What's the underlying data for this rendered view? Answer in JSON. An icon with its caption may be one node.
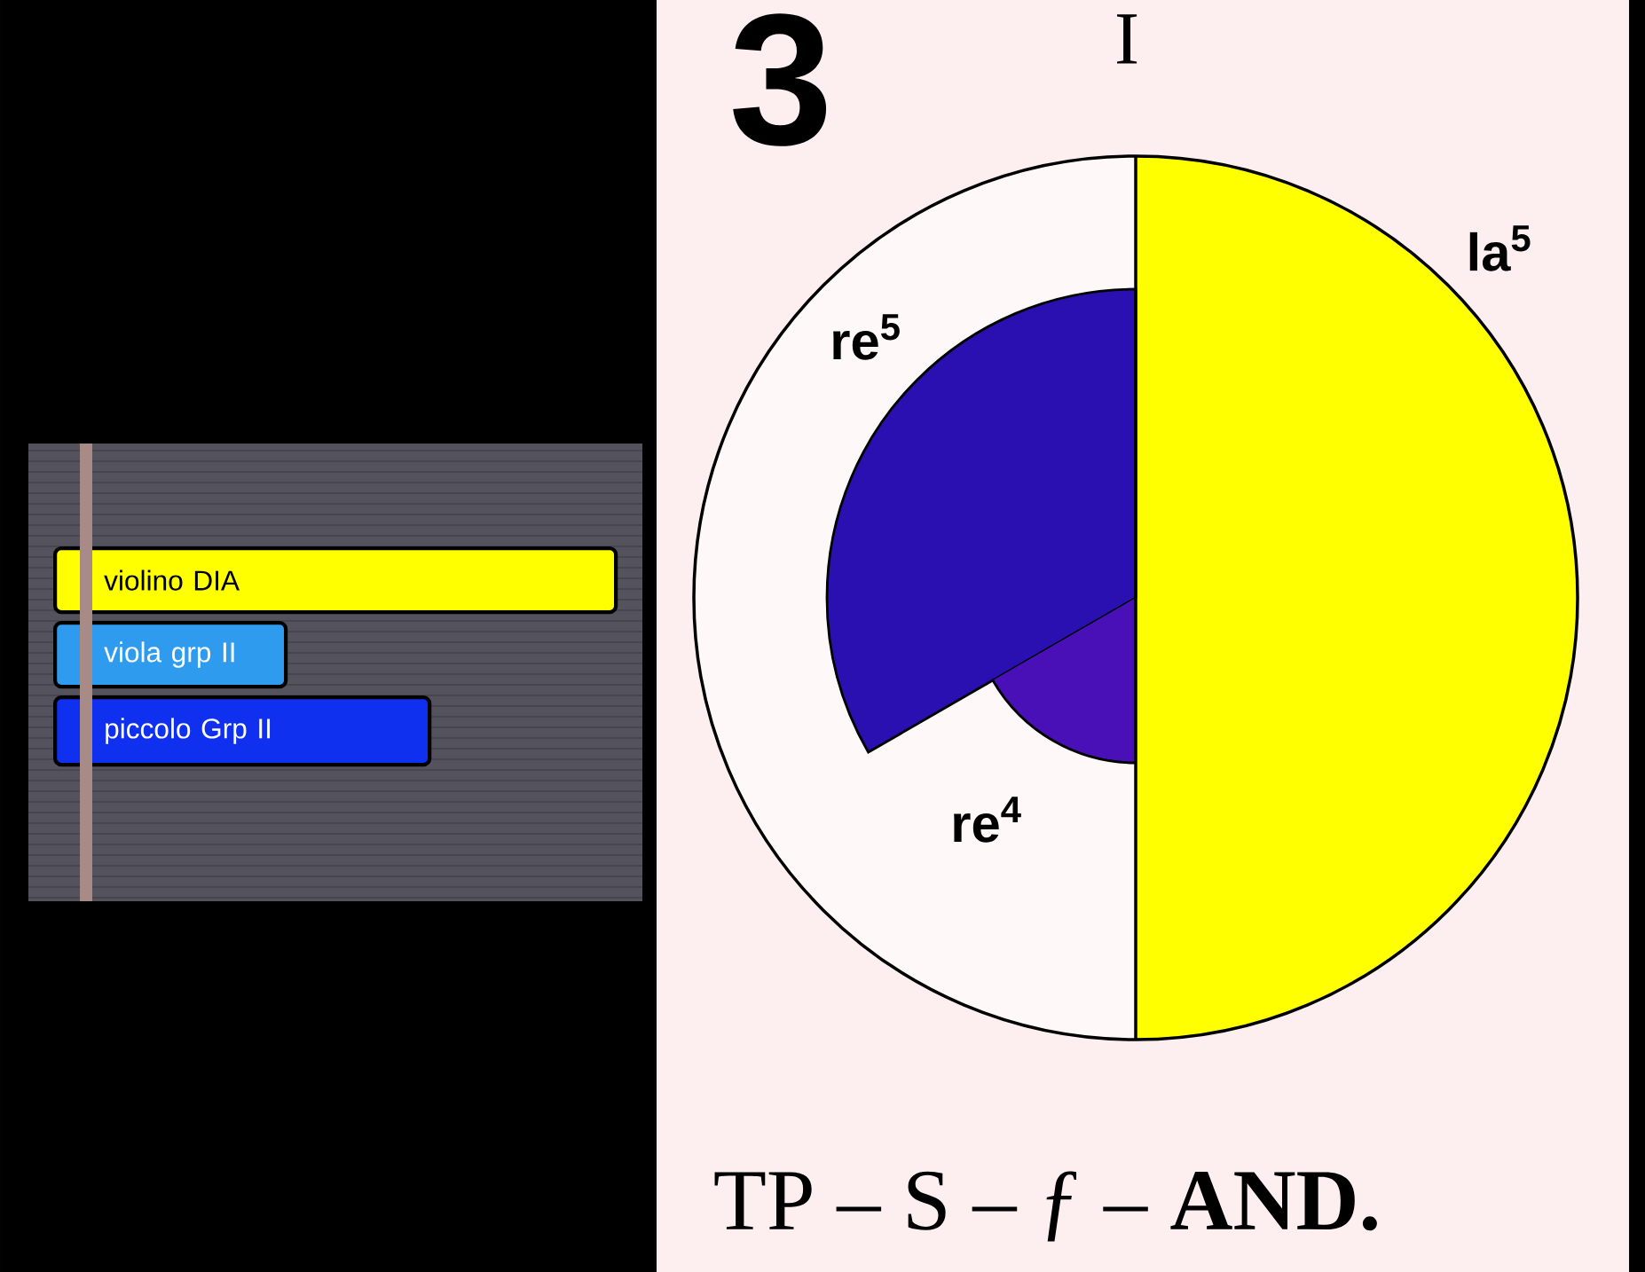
{
  "diagram": {
    "nodes": [
      {
        "text": [
          "violino DIA"
        ]
      },
      {
        "text": [
          "viola grp II"
        ]
      },
      {
        "text": [
          "piccolo Grp II"
        ]
      }
    ],
    "labels": [
      "3",
      "I",
      "re$^{5}$",
      "la$^{5}$",
      "re$^{4}$",
      "TP – S – ƒ – **AND.**"
    ]
  }
}
